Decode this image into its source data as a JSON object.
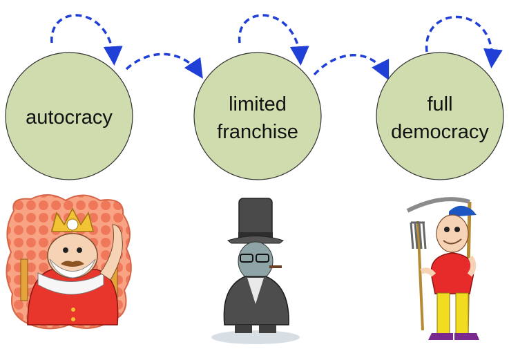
{
  "diagram": {
    "nodes": [
      {
        "id": "autocracy",
        "lines": [
          "autocracy"
        ]
      },
      {
        "id": "limited",
        "lines": [
          "limited",
          "franchise"
        ]
      },
      {
        "id": "full",
        "lines": [
          "full",
          "democracy"
        ]
      }
    ],
    "colors": {
      "node_fill": "#cfdcae",
      "node_stroke": "#333333",
      "arrow": "#1f3fd6"
    },
    "figures": [
      "king-illustration",
      "rich-man-illustration",
      "farmer-illustration"
    ]
  }
}
